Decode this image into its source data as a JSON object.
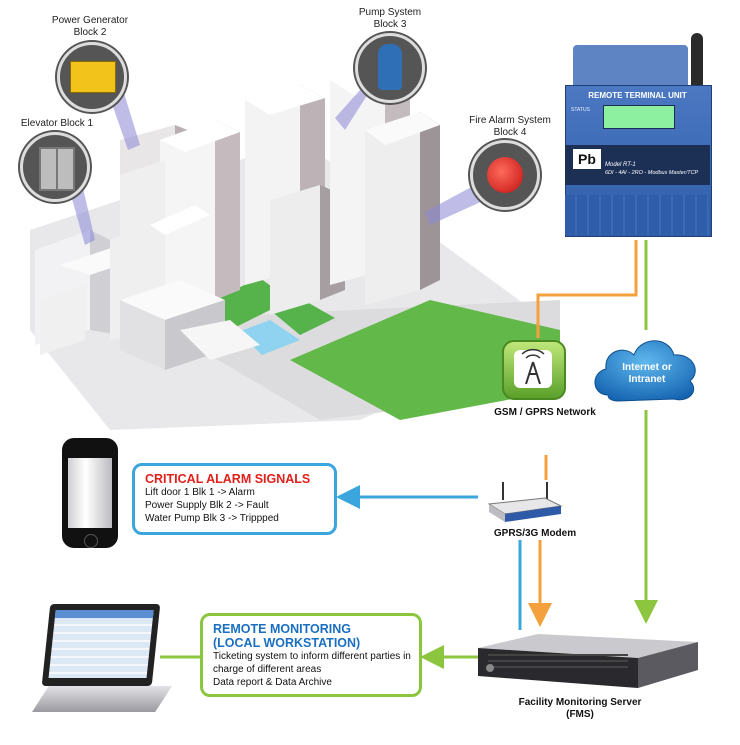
{
  "blocks": {
    "elevator": {
      "line1": "Elevator Block 1"
    },
    "generator": {
      "line1": "Power Generator",
      "line2": "Block 2"
    },
    "pump": {
      "line1": "Pump System",
      "line2": "Block 3"
    },
    "fire": {
      "line1": "Fire Alarm System",
      "line2": "Block 4"
    }
  },
  "rtu": {
    "title": "REMOTE TERMINAL UNIT",
    "status": "STATUS",
    "logo": "Pb",
    "model": "Model RT-1",
    "spec": "6DI - 4AI - 2RO - Modbus Master/TCP"
  },
  "cloud": {
    "line1": "Internet or",
    "line2": "Intranet"
  },
  "gsm": {
    "label": "GSM / GPRS Network"
  },
  "modem": {
    "label": "GPRS/3G Modem"
  },
  "alarm": {
    "title": "CRITICAL ALARM SIGNALS",
    "lines": [
      "Lift door 1 Blk 1 -> Alarm",
      "Power Supply Blk 2  -> Fault",
      "Water Pump Blk 3 -> Trippped"
    ]
  },
  "monitoring": {
    "title1": "REMOTE MONITORING",
    "title2": "(LOCAL WORKSTATION)",
    "lines": [
      "Ticketing system to inform different parties in",
      "charge of different areas",
      "Data report & Data Archive"
    ]
  },
  "server": {
    "line1": "Facility Monitoring Server",
    "line2": "(FMS)"
  },
  "colors": {
    "orange": "#f4a03c",
    "green": "#8cc63f",
    "blue": "#3aa6dd",
    "alarm_red": "#e0201b",
    "mon_blue": "#1b6fc0"
  }
}
